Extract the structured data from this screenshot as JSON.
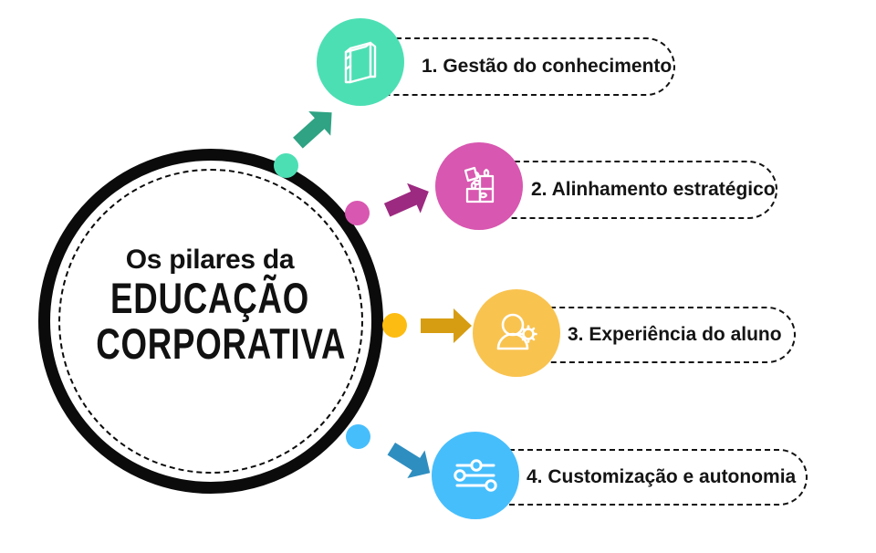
{
  "title": {
    "line1": "Os pilares da",
    "line2": "EDUCAÇÃO",
    "line3": "CORPORATIVA"
  },
  "colors": {
    "ring": "#0b0b0b",
    "pill_border": "#121212",
    "text": "#141414",
    "pillar1_circle": "#4ddfb4",
    "pillar1_dot": "#4ddfb4",
    "pillar1_arrow": "#2fa383",
    "pillar2_circle": "#d857b0",
    "pillar2_dot": "#d857b0",
    "pillar2_arrow": "#9c2a80",
    "pillar3_circle": "#f9c350",
    "pillar3_dot": "#fdbc11",
    "pillar3_arrow": "#d79d12",
    "pillar4_circle": "#47befc",
    "pillar4_dot": "#47befc",
    "pillar4_arrow": "#2f8ec0"
  },
  "pillars": [
    {
      "number": "1",
      "label": "1. Gestão do conhecimento",
      "icon": "book-icon",
      "circle_color": "#4ddfb4",
      "dot_color": "#4ddfb4",
      "arrow_color": "#2fa383"
    },
    {
      "number": "2",
      "label": "2. Alinhamento estratégico",
      "icon": "puzzle-icon",
      "circle_color": "#d857b0",
      "dot_color": "#d857b0",
      "arrow_color": "#9c2a80"
    },
    {
      "number": "3",
      "label": "3. Experiência do aluno",
      "icon": "user-gear-icon",
      "circle_color": "#f9c350",
      "dot_color": "#fdbc11",
      "arrow_color": "#d79d12"
    },
    {
      "number": "4",
      "label": "4. Customização e autonomia",
      "icon": "sliders-icon",
      "circle_color": "#47befc",
      "dot_color": "#47befc",
      "arrow_color": "#2f8ec0"
    }
  ]
}
